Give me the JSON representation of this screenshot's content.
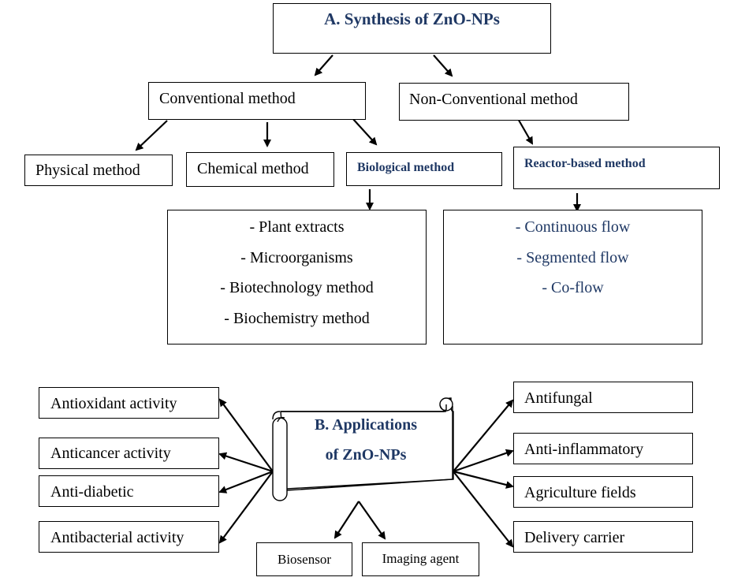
{
  "synthesis": {
    "title": "A. Synthesis of ZnO-NPs",
    "conventional": "Conventional method",
    "non_conventional": "Non-Conventional method",
    "physical": "Physical method",
    "chemical": "Chemical method",
    "biological": "Biological method",
    "reactor": "Reactor-based method",
    "biological_items": [
      "- Plant extracts",
      "- Microorganisms",
      "- Biotechnology method",
      "- Biochemistry method"
    ],
    "reactor_items": [
      "- Continuous flow",
      "- Segmented flow",
      "- Co-flow"
    ]
  },
  "applications": {
    "title_line1": "B. Applications",
    "title_line2": "of ZnO-NPs",
    "left": [
      "Antioxidant activity",
      "Anticancer activity",
      "Anti-diabetic",
      "Antibacterial activity"
    ],
    "right": [
      "Antifungal",
      "Anti-inflammatory",
      "Agriculture fields",
      "Delivery carrier"
    ],
    "bottom": [
      "Biosensor",
      "Imaging agent"
    ]
  },
  "colors": {
    "accent": "#1f3864",
    "line": "#000000"
  }
}
